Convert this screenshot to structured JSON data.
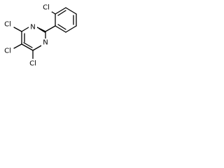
{
  "molecule": {
    "atoms": {
      "cl_ortho": "Cl",
      "cl_4": "Cl",
      "cl_5": "Cl",
      "cl_6": "Cl",
      "n_1": "N",
      "n_3": "N"
    }
  }
}
